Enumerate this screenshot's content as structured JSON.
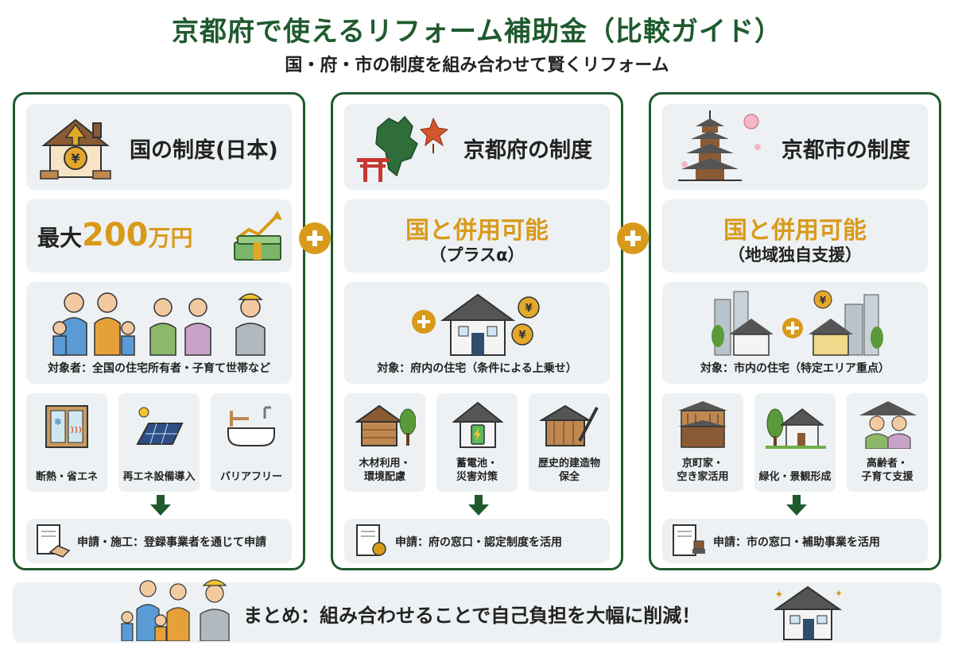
{
  "header": {
    "title": "京都府で使えるリフォーム補助金（比較ガイド）",
    "subtitle": "国・府・市の制度を組み合わせて賢くリフォーム"
  },
  "national": {
    "title": "国の制度(日本)",
    "amount_prefix": "最大",
    "amount_number": "200",
    "amount_unit": "万円",
    "target": "対象者：全国の住宅所有者・子育て世帯など",
    "cards": [
      {
        "label": "断熱・省エネ"
      },
      {
        "label": "再エネ設備導入"
      },
      {
        "label": "バリアフリー"
      }
    ],
    "apply": "申請・施工：登録事業者を通じて申請"
  },
  "prefecture": {
    "title": "京都府の制度",
    "combo": "国と併用可能",
    "combo_note": "（プラスα）",
    "target": "対象：府内の住宅（条件による上乗せ）",
    "cards": [
      {
        "line1": "木材利用・",
        "line2": "環境配慮"
      },
      {
        "line1": "蓄電池・",
        "line2": "災害対策"
      },
      {
        "line1": "歴史的建造物",
        "line2": "保全"
      }
    ],
    "apply": "申請：府の窓口・認定制度を活用"
  },
  "city": {
    "title": "京都市の制度",
    "combo": "国と併用可能",
    "combo_note": "（地域独自支援）",
    "target": "対象：市内の住宅（特定エリア重点）",
    "cards": [
      {
        "line1": "京町家・",
        "line2": "空き家活用"
      },
      {
        "line1": "緑化・景観形成",
        "line2": ""
      },
      {
        "line1": "高齢者・",
        "line2": "子育て支援"
      }
    ],
    "apply": "申請：市の窓口・補助事業を活用"
  },
  "summary": {
    "text": "まとめ：組み合わせることで自己負担を大幅に削減！"
  },
  "colors": {
    "accent_green": "#1f5a2e",
    "accent_gold": "#d99a1a",
    "panel_bg": "#edf1f3"
  },
  "icons": {
    "national": "house-yen-icon",
    "prefecture": "kyoto-map-torii-icon",
    "city": "pagoda-icon",
    "join": "plus-arrow-icon",
    "apply": "document-icon"
  }
}
